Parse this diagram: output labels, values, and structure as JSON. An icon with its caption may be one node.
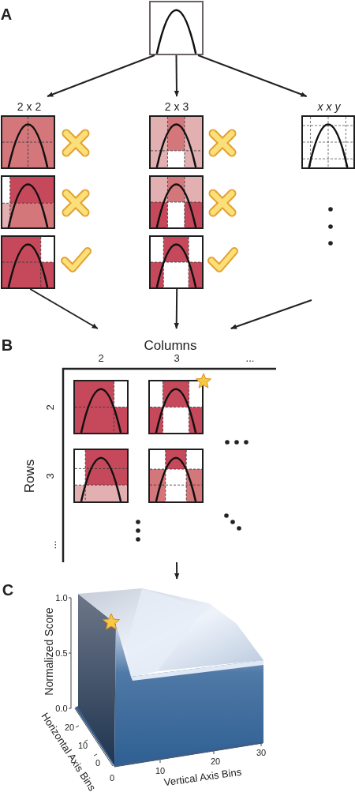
{
  "diagram": {
    "nodes": [
      {
        "text": [],
        "shape": "box"
      },
      {
        "text": [
          "2 x 2"
        ]
      },
      {
        "text": [
          "2 x 3"
        ]
      },
      {
        "text": [
          "x x y"
        ]
      },
      {
        "text": [],
        "shape": "box"
      },
      {
        "text": [],
        "shape": "box"
      },
      {
        "text": [],
        "shape": "box"
      },
      {
        "text": [],
        "shape": "box"
      },
      {
        "text": [],
        "shape": "box"
      },
      {
        "text": [],
        "shape": "box"
      },
      {
        "text": [],
        "shape": "box"
      },
      {
        "text": [
          "Columns"
        ]
      },
      {
        "text": [],
        "shape": "box"
      },
      {
        "text": [],
        "shape": "box"
      },
      {
        "text": [],
        "shape": "box"
      },
      {
        "text": [],
        "shape": "box"
      },
      {
        "text": [],
        "shape": "picture"
      }
    ],
    "edges": [
      {
        "from": 0,
        "to": 1,
        "arrow": "to"
      },
      {
        "from": 0,
        "to": 2,
        "arrow": "to"
      },
      {
        "from": 0,
        "to": 3,
        "arrow": "to"
      },
      {
        "from": 9,
        "to": 11,
        "arrow": "to"
      },
      {
        "from": 10,
        "to": 11,
        "arrow": "to"
      },
      {
        "from": null,
        "to": 11,
        "arrow": "to"
      },
      {
        "from": null,
        "to": 16,
        "arrow": "to"
      }
    ],
    "labels": [
      "A",
      "B",
      "2",
      "3",
      "...",
      "2",
      "Rows",
      "3",
      "...",
      "C",
      "1.0",
      "0.5",
      "0.0",
      "Normalized Score",
      "20",
      "10",
      "0",
      "Horizontal Axis Bins",
      "0",
      "10",
      "20",
      "30",
      "Vertical Axis Bins"
    ]
  }
}
